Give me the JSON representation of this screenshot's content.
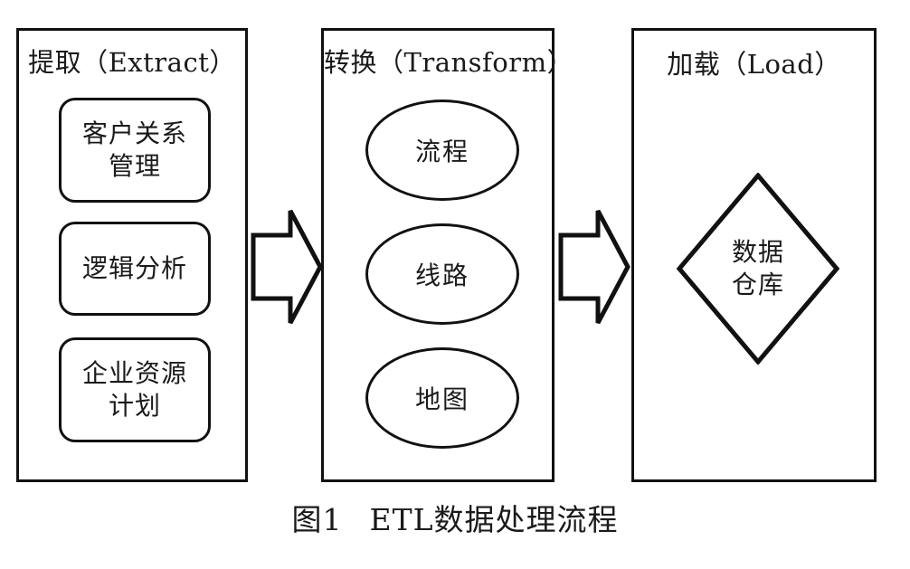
{
  "figure": {
    "caption_number": "图1",
    "caption_title": "ETL数据处理流程"
  },
  "theme": {
    "stroke_color": "#111111",
    "background_color": "#ffffff",
    "text_color": "#1a1a1a"
  },
  "stages": {
    "extract": {
      "title": "提取（Extract）",
      "sources": [
        {
          "id": "crm",
          "label": "客户关系\n管理"
        },
        {
          "id": "logic-analysis",
          "label": "逻辑分析"
        },
        {
          "id": "erp",
          "label": "企业资源\n计划"
        }
      ]
    },
    "transform": {
      "title": "转换（Transform）",
      "nodes": [
        {
          "id": "process",
          "label": "流程"
        },
        {
          "id": "route",
          "label": "线路"
        },
        {
          "id": "map",
          "label": "地图"
        }
      ]
    },
    "load": {
      "title": "加载（Load）",
      "target": {
        "id": "data-warehouse",
        "label": "数据\n仓库"
      }
    }
  },
  "connectors": [
    {
      "id": "extract-to-transform",
      "icon": "right-block-arrow-icon",
      "from": "extract",
      "to": "transform"
    },
    {
      "id": "transform-to-load",
      "icon": "right-block-arrow-icon",
      "from": "transform",
      "to": "load"
    }
  ]
}
